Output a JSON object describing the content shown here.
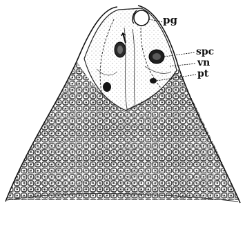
{
  "labels": {
    "pg": "pg",
    "spc": "spc",
    "vn": "vn",
    "pt": "pt"
  },
  "colors": {
    "ink": "#111111",
    "paper": "#ffffff"
  }
}
